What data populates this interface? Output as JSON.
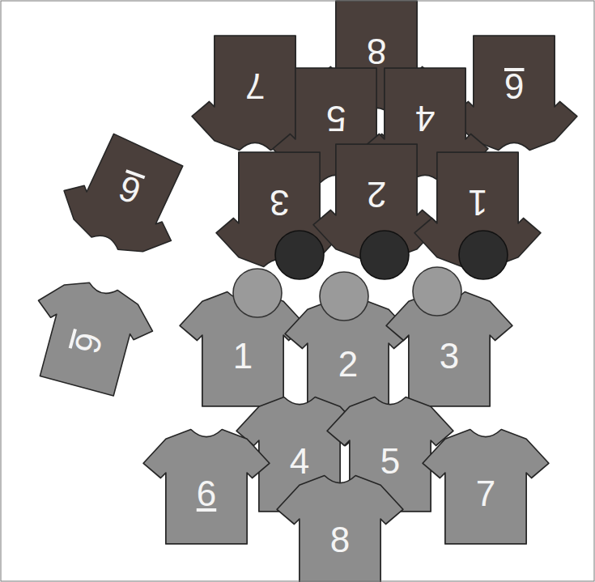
{
  "diagram": {
    "nodes": [
      {
        "text": [
          "8"
        ]
      },
      {
        "text": [
          "7"
        ]
      },
      {
        "text": [
          "6"
        ]
      },
      {
        "text": [
          "5"
        ]
      },
      {
        "text": [
          "4"
        ]
      },
      {
        "text": [
          "6"
        ]
      },
      {
        "text": [
          "3"
        ]
      },
      {
        "text": [
          "2"
        ]
      },
      {
        "text": [
          "1"
        ]
      },
      {
        "text": [
          "6"
        ]
      },
      {
        "text": [
          "1"
        ]
      },
      {
        "text": [
          "2"
        ]
      },
      {
        "text": [
          "3"
        ]
      },
      {
        "text": [
          "4"
        ]
      },
      {
        "text": [
          "5"
        ]
      },
      {
        "text": [
          "6"
        ]
      },
      {
        "text": [
          "7"
        ]
      },
      {
        "text": [
          "8"
        ]
      }
    ]
  }
}
